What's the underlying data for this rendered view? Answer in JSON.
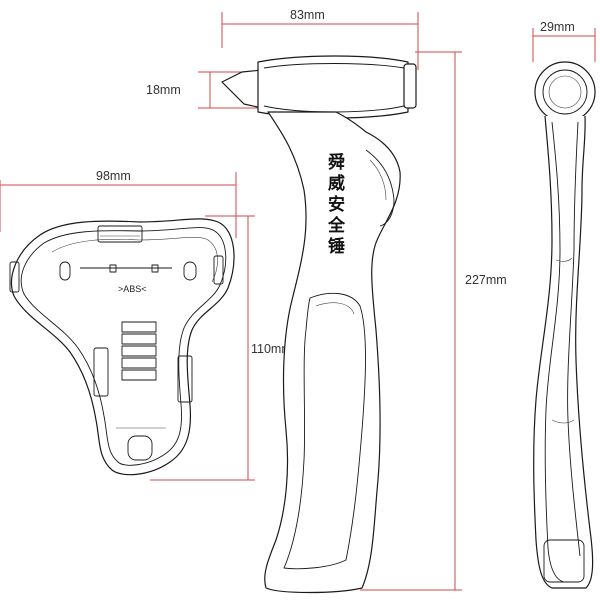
{
  "dimensions": {
    "hammer_width": "83mm",
    "hammer_head_height": "18mm",
    "hammer_length": "227mm",
    "side_width": "29mm",
    "holder_width": "98mm",
    "holder_height": "110mm"
  },
  "holder": {
    "material_mark": ">ABS<"
  },
  "hammer": {
    "brand_text": [
      "舜",
      "威",
      "安",
      "全",
      "锤"
    ]
  },
  "colors": {
    "dimension_line": "#d04a4a",
    "outline": "#1a1a1a",
    "background": "#ffffff"
  }
}
